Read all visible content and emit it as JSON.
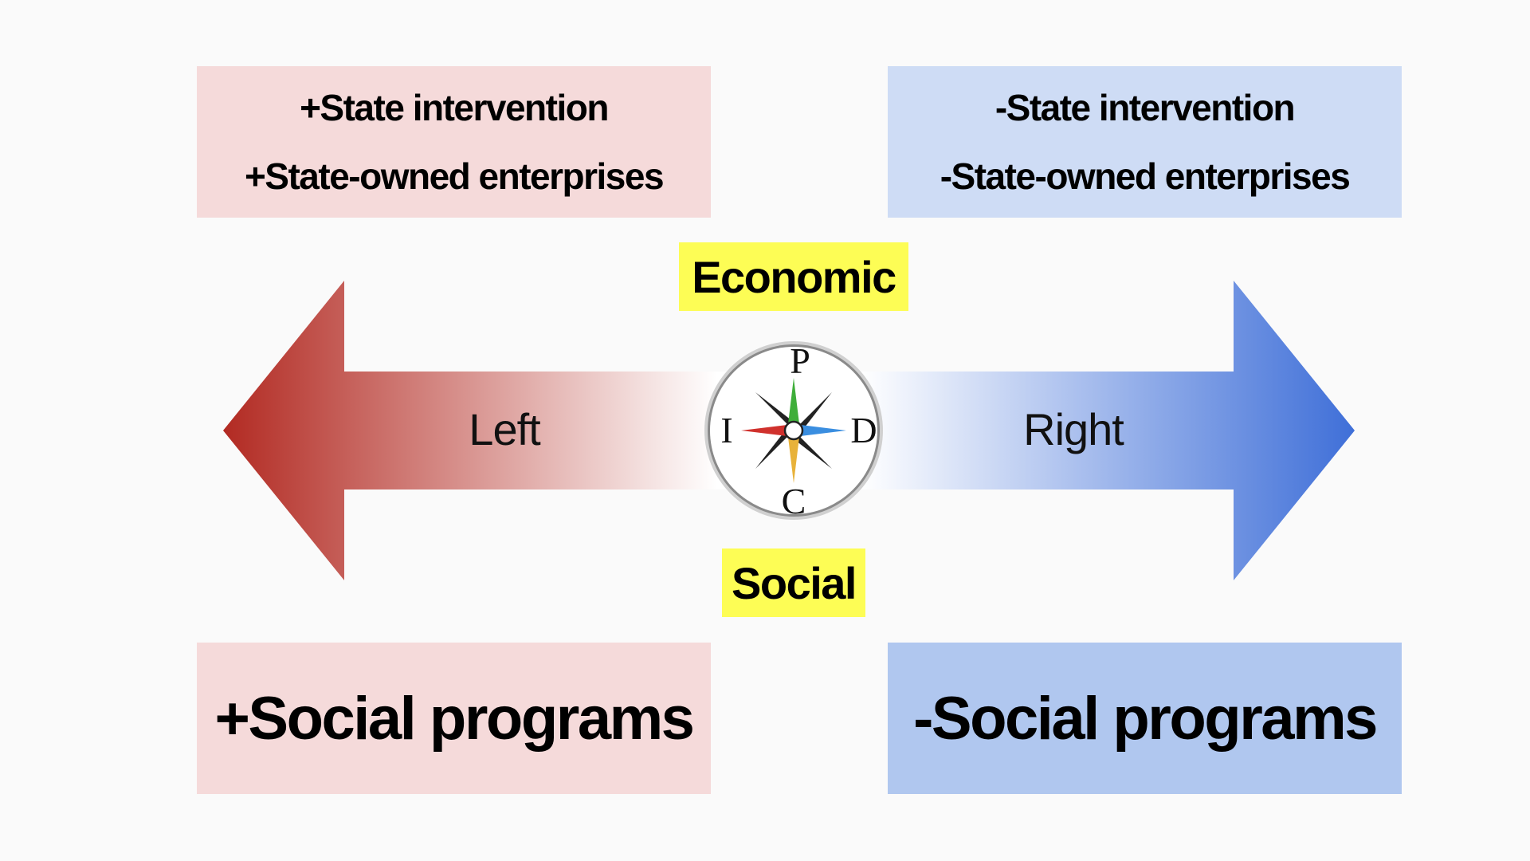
{
  "economic": {
    "label": "Economic",
    "left_lines": [
      "+State intervention",
      "+State-owned enterprises"
    ],
    "right_lines": [
      "-State intervention",
      "-State-owned enterprises"
    ]
  },
  "social": {
    "label": "Social",
    "left_text": "+Social programs",
    "right_text": "-Social programs"
  },
  "arrows": {
    "left_label": "Left",
    "right_label": "Right",
    "left_color": "#b22a22",
    "right_color": "#3f6fd8"
  },
  "compass": {
    "north": "P",
    "south": "C",
    "west": "I",
    "east": "D",
    "needle_colors": {
      "north": "#3fae3a",
      "south": "#e8b23a",
      "west": "#d0312d",
      "east": "#3a8ee0"
    }
  },
  "colors": {
    "left_box": "#f5dada",
    "right_box_top": "#cedcf5",
    "right_box_bottom": "#b0c7ef",
    "highlight": "#fdfd55"
  }
}
